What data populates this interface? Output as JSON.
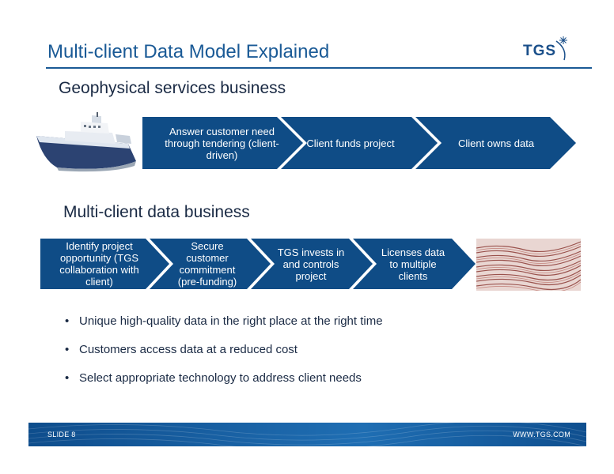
{
  "slide": {
    "title": "Multi-client Data Model Explained",
    "logo_text": "TGS",
    "logo_icon": "star-burst-icon"
  },
  "geophysical": {
    "heading": "Geophysical services business",
    "steps": [
      "Answer customer need through tendering (client-driven)",
      "Client funds project",
      "Client owns data"
    ]
  },
  "multiclient": {
    "heading": "Multi-client data business",
    "steps": [
      "Identify project opportunity (TGS collaboration with client)",
      "Secure customer commitment (pre-funding)",
      "TGS invests in and controls project",
      "Licenses data to multiple clients"
    ]
  },
  "bullets": [
    "Unique high-quality data in the right place at the right time",
    "Customers access data at a reduced cost",
    "Select appropriate technology to address client needs"
  ],
  "footer": {
    "slide_number": "SLIDE 8",
    "website": "WWW.TGS.COM"
  },
  "colors": {
    "title": "#1a5a96",
    "chevron": "#0f4c86",
    "chevron_divider": "#ffffff",
    "footer": "#1a63a6"
  }
}
